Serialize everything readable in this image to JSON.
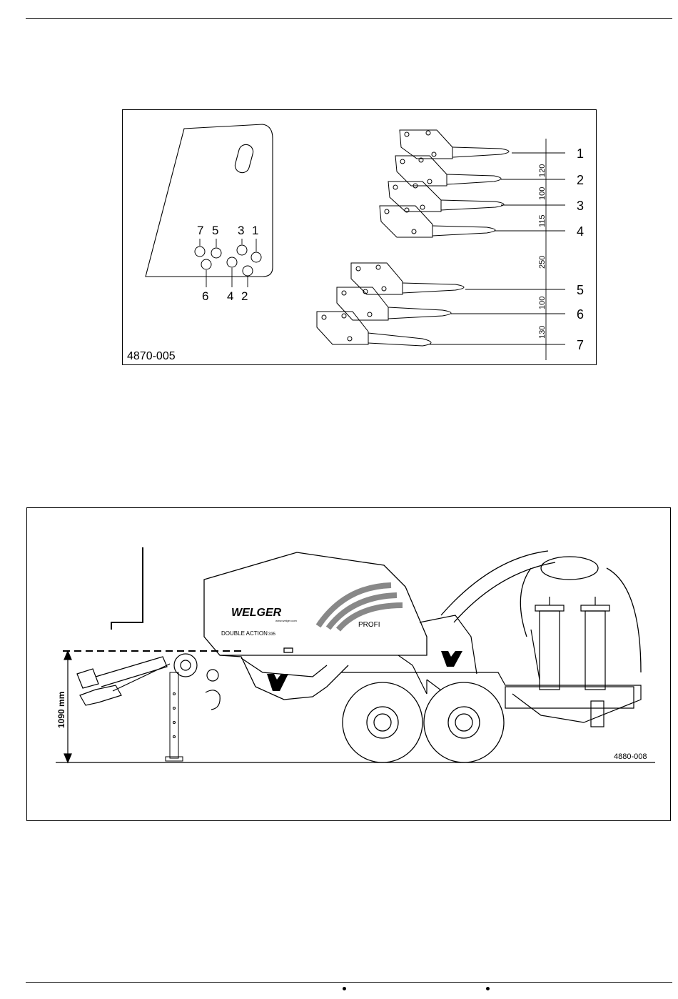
{
  "figure_top": {
    "code": "4870-005",
    "plate_hole_labels": [
      "7",
      "5",
      "3",
      "1",
      "6",
      "4",
      "2"
    ],
    "drawbar_positions": [
      "1",
      "2",
      "3",
      "4",
      "5",
      "6",
      "7"
    ],
    "spacing_dimensions": [
      "120",
      "100",
      "115",
      "250",
      "100",
      "130"
    ]
  },
  "figure_bottom": {
    "code": "4880-008",
    "height_dimension": "1090 mm",
    "brand": "WELGER",
    "brand_url": "www.welger.com",
    "model": "DOUBLE ACTION",
    "model_number": "335",
    "variant": "PROFI"
  }
}
